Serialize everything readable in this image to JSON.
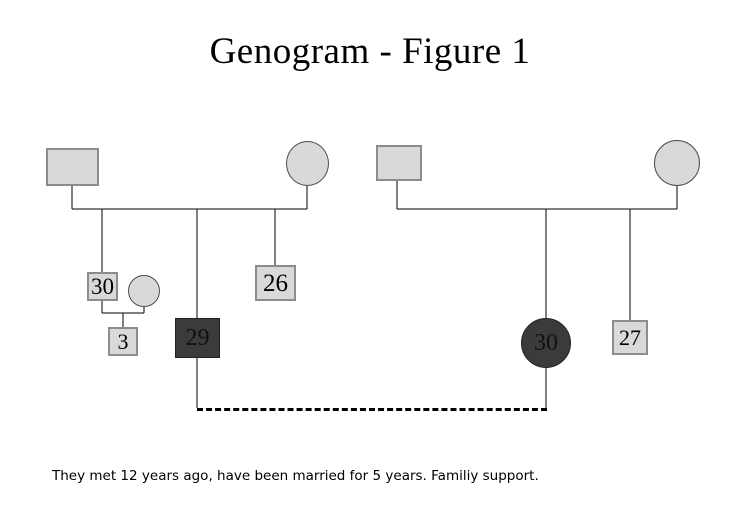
{
  "title": "Genogram - Figure 1",
  "caption": "They met 12 years ago, have been married for 5 years. Familiy support.",
  "colors": {
    "background": "#ffffff",
    "line": "#000000",
    "node_fill_light": "#d9d9d9",
    "node_fill_dark": "#3b3b3b",
    "node_border_male": "#8c8c8c",
    "node_border_female": "#4d4d4d",
    "text": "#000000"
  },
  "left_family": {
    "father": {
      "shape": "square",
      "fill": "light",
      "label": ""
    },
    "mother": {
      "shape": "circle",
      "fill": "light",
      "label": ""
    },
    "children": [
      {
        "shape": "square",
        "fill": "light",
        "label": "30"
      },
      {
        "shape": "square",
        "fill": "dark",
        "label": "29"
      },
      {
        "shape": "square",
        "fill": "light",
        "label": "26"
      }
    ],
    "child_spouse": {
      "shape": "circle",
      "fill": "light",
      "label": ""
    },
    "grandchild": {
      "shape": "square",
      "fill": "light",
      "label": "3"
    }
  },
  "right_family": {
    "father": {
      "shape": "square",
      "fill": "light",
      "label": ""
    },
    "mother": {
      "shape": "circle",
      "fill": "light",
      "label": ""
    },
    "children": [
      {
        "shape": "circle",
        "fill": "dark",
        "label": "30"
      },
      {
        "shape": "square",
        "fill": "light",
        "label": "27"
      }
    ]
  },
  "relationship": {
    "type": "dashed-connector",
    "from": "left-family-child-29",
    "to": "right-family-child-30"
  }
}
